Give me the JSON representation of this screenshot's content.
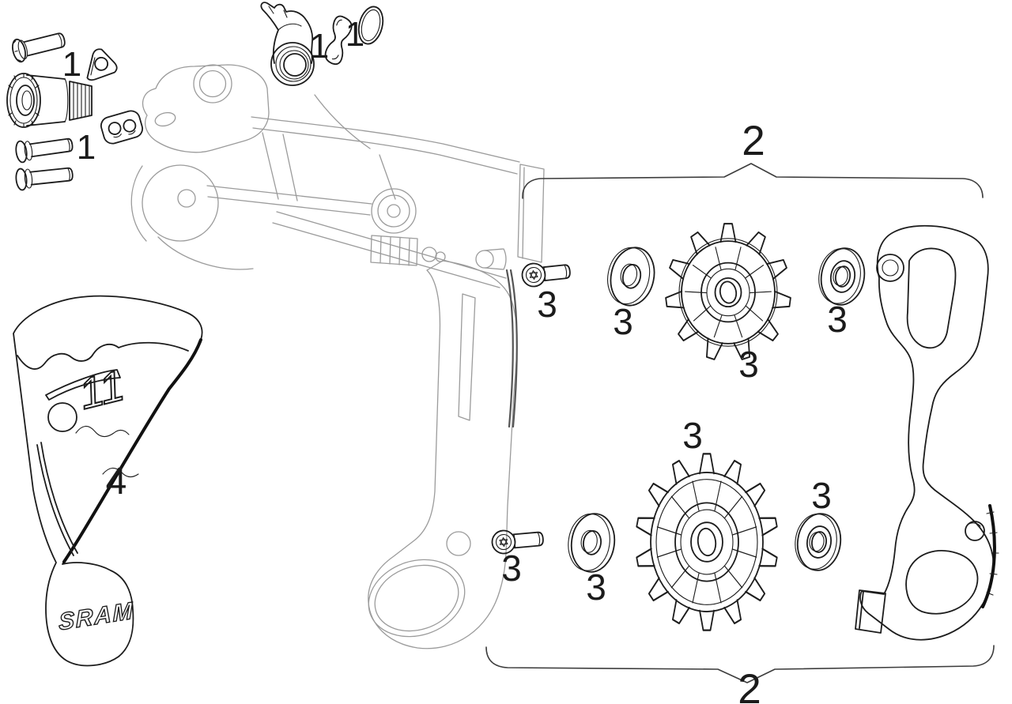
{
  "diagram": {
    "type": "exploded-parts-diagram",
    "subject": "SRAM rear derailleur service parts",
    "background_color": "#ffffff",
    "ink_color": "#1c1c1c",
    "ghost_color": "#9b9b9b",
    "labels": {
      "bolt_kit": "1",
      "cage_assembly": "2",
      "pulley_kit": "3",
      "cage_guard": "4"
    },
    "markings": {
      "brand_logo": "SRAM",
      "speed_marking": "11"
    },
    "callouts": [
      {
        "part": "b-bolt-and-fixing-bolt",
        "label": "1"
      },
      {
        "part": "cable-anchor-and-pin-bolts",
        "label": "1"
      },
      {
        "part": "limit-stop-bracket",
        "label": "1"
      },
      {
        "part": "link-and-o-ring",
        "label": "1"
      },
      {
        "part": "cage-assembly-top",
        "label": "2"
      },
      {
        "part": "cage-assembly-bottom",
        "label": "2"
      },
      {
        "part": "upper-pulley-screw",
        "label": "3"
      },
      {
        "part": "upper-pulley-washer-left",
        "label": "3"
      },
      {
        "part": "upper-pulley",
        "label": "3"
      },
      {
        "part": "upper-pulley-washer-right",
        "label": "3"
      },
      {
        "part": "lower-pulley",
        "label": "3"
      },
      {
        "part": "lower-pulley-washer-right",
        "label": "3"
      },
      {
        "part": "lower-pulley-screw",
        "label": "3"
      },
      {
        "part": "lower-pulley-washer-left",
        "label": "3"
      },
      {
        "part": "cage-guard",
        "label": "4"
      }
    ]
  }
}
